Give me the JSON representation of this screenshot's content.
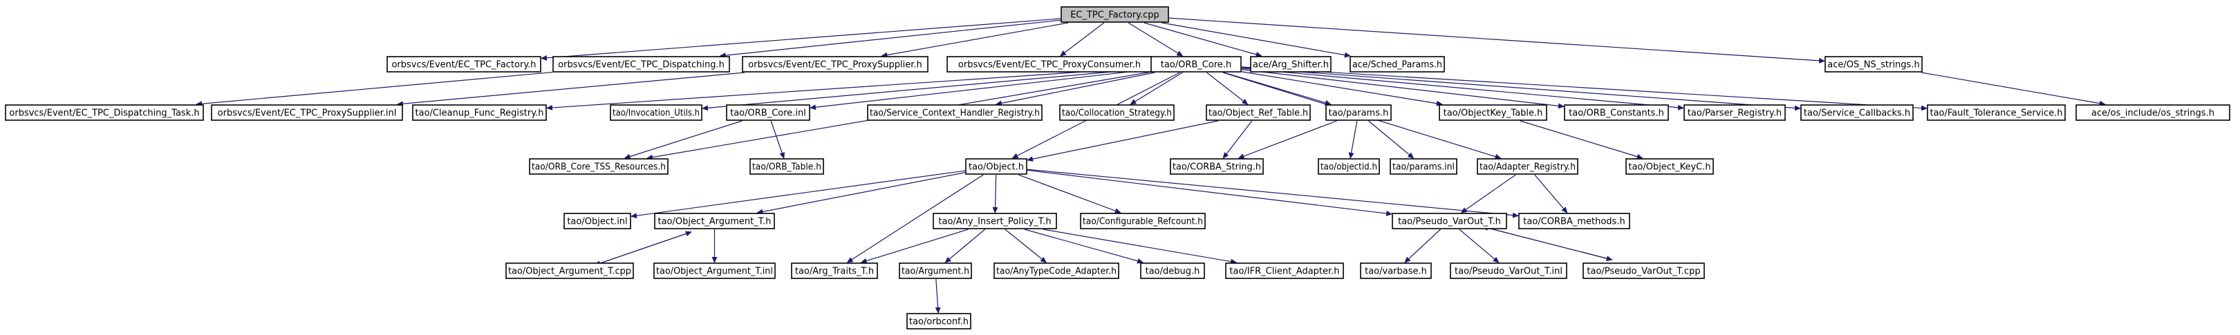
{
  "diagram": {
    "type": "include-dependency-graph",
    "colors": {
      "edge": "#1a1a6e",
      "root_fill": "#bfbfbf",
      "node_fill": "#ffffff",
      "node_stroke": "#000000"
    },
    "nodes": [
      {
        "id": "root",
        "label": "EC_TPC_Factory.cpp",
        "root": true
      },
      {
        "id": "tpcFactory",
        "label": "orbsvcs/Event/EC_TPC_Factory.h"
      },
      {
        "id": "tpcDisp",
        "label": "orbsvcs/Event/EC_TPC_Dispatching.h"
      },
      {
        "id": "tpcPS",
        "label": "orbsvcs/Event/EC_TPC_ProxySupplier.h"
      },
      {
        "id": "tpcPC",
        "label": "orbsvcs/Event/EC_TPC_ProxyConsumer.h"
      },
      {
        "id": "orbCore",
        "label": "tao/ORB_Core.h"
      },
      {
        "id": "argShifter",
        "label": "ace/Arg_Shifter.h"
      },
      {
        "id": "sched",
        "label": "ace/Sched_Params.h"
      },
      {
        "id": "osNS",
        "label": "ace/OS_NS_strings.h"
      },
      {
        "id": "dispTask",
        "label": "orbsvcs/Event/EC_TPC_Dispatching_Task.h"
      },
      {
        "id": "psInl",
        "label": "orbsvcs/Event/EC_TPC_ProxySupplier.inl"
      },
      {
        "id": "cleanup",
        "label": "tao/Cleanup_Func_Registry.h"
      },
      {
        "id": "invUtils",
        "label": "tao/Invocation_Utils.h"
      },
      {
        "id": "orbCoreInl",
        "label": "tao/ORB_Core.inl"
      },
      {
        "id": "svcCtx",
        "label": "tao/Service_Context_Handler_Registry.h"
      },
      {
        "id": "colloc",
        "label": "tao/Collocation_Strategy.h"
      },
      {
        "id": "objRefTable",
        "label": "tao/Object_Ref_Table.h"
      },
      {
        "id": "params",
        "label": "tao/params.h"
      },
      {
        "id": "objKeyTable",
        "label": "tao/ObjectKey_Table.h"
      },
      {
        "id": "orbConst",
        "label": "tao/ORB_Constants.h"
      },
      {
        "id": "parserReg",
        "label": "tao/Parser_Registry.h"
      },
      {
        "id": "svcCb",
        "label": "tao/Service_Callbacks.h"
      },
      {
        "id": "ftSvc",
        "label": "tao/Fault_Tolerance_Service.h"
      },
      {
        "id": "osInclStr",
        "label": "ace/os_include/os_strings.h"
      },
      {
        "id": "tss",
        "label": "tao/ORB_Core_TSS_Resources.h"
      },
      {
        "id": "orbTable",
        "label": "tao/ORB_Table.h"
      },
      {
        "id": "objectH",
        "label": "tao/Object.h"
      },
      {
        "id": "corbaStr",
        "label": "tao/CORBA_String.h"
      },
      {
        "id": "objectid",
        "label": "tao/objectid.h"
      },
      {
        "id": "paramsInl",
        "label": "tao/params.inl"
      },
      {
        "id": "adapterReg",
        "label": "tao/Adapter_Registry.h"
      },
      {
        "id": "objKeyC",
        "label": "tao/Object_KeyC.h"
      },
      {
        "id": "objInl",
        "label": "tao/Object.inl"
      },
      {
        "id": "objArgT",
        "label": "tao/Object_Argument_T.h"
      },
      {
        "id": "anyIns",
        "label": "tao/Any_Insert_Policy_T.h"
      },
      {
        "id": "confRef",
        "label": "tao/Configurable_Refcount.h"
      },
      {
        "id": "pseudoH",
        "label": "tao/Pseudo_VarOut_T.h"
      },
      {
        "id": "corbaMeth",
        "label": "tao/CORBA_methods.h"
      },
      {
        "id": "objArgCpp",
        "label": "tao/Object_Argument_T.cpp"
      },
      {
        "id": "objArgInl",
        "label": "tao/Object_Argument_T.inl"
      },
      {
        "id": "argTraits",
        "label": "tao/Arg_Traits_T.h"
      },
      {
        "id": "argument",
        "label": "tao/Argument.h"
      },
      {
        "id": "anyTC",
        "label": "tao/AnyTypeCode_Adapter.h"
      },
      {
        "id": "debug",
        "label": "tao/debug.h"
      },
      {
        "id": "ifr",
        "label": "tao/IFR_Client_Adapter.h"
      },
      {
        "id": "varbase",
        "label": "tao/varbase.h"
      },
      {
        "id": "pseudoInl",
        "label": "tao/Pseudo_VarOut_T.inl"
      },
      {
        "id": "pseudoCpp",
        "label": "tao/Pseudo_VarOut_T.cpp"
      },
      {
        "id": "orbconf",
        "label": "tao/orbconf.h"
      }
    ],
    "edges": [
      [
        "root",
        "tpcFactory"
      ],
      [
        "root",
        "tpcDisp"
      ],
      [
        "root",
        "tpcPS"
      ],
      [
        "root",
        "tpcPC"
      ],
      [
        "root",
        "orbCore"
      ],
      [
        "root",
        "argShifter"
      ],
      [
        "root",
        "sched"
      ],
      [
        "root",
        "osNS"
      ],
      [
        "tpcDisp",
        "dispTask"
      ],
      [
        "tpcPS",
        "psInl"
      ],
      [
        "orbCore",
        "cleanup"
      ],
      [
        "orbCore",
        "invUtils"
      ],
      [
        "orbCore",
        "orbCoreInl"
      ],
      [
        "orbCore",
        "svcCtx"
      ],
      [
        "orbCore",
        "colloc"
      ],
      [
        "orbCore",
        "objRefTable"
      ],
      [
        "orbCore",
        "params"
      ],
      [
        "orbCore",
        "objKeyTable"
      ],
      [
        "orbCore",
        "orbConst"
      ],
      [
        "orbCore",
        "parserReg"
      ],
      [
        "orbCore",
        "svcCb"
      ],
      [
        "orbCore",
        "ftSvc"
      ],
      [
        "orbCore",
        "tss"
      ],
      [
        "orbCore",
        "objectH"
      ],
      [
        "orbCore",
        "adapterReg"
      ],
      [
        "osNS",
        "osInclStr"
      ],
      [
        "orbCoreInl",
        "tss"
      ],
      [
        "orbCoreInl",
        "orbTable"
      ],
      [
        "objRefTable",
        "objectH"
      ],
      [
        "objRefTable",
        "corbaStr"
      ],
      [
        "params",
        "corbaStr"
      ],
      [
        "params",
        "objectid"
      ],
      [
        "params",
        "paramsInl"
      ],
      [
        "objKeyTable",
        "objKeyC"
      ],
      [
        "adapterReg",
        "pseudoH"
      ],
      [
        "adapterReg",
        "corbaMeth"
      ],
      [
        "objectH",
        "objInl"
      ],
      [
        "objectH",
        "objArgT"
      ],
      [
        "objectH",
        "anyIns"
      ],
      [
        "objectH",
        "confRef"
      ],
      [
        "objectH",
        "pseudoH"
      ],
      [
        "objectH",
        "corbaMeth"
      ],
      [
        "objectH",
        "argTraits"
      ],
      [
        "objArgT",
        "objArgCpp"
      ],
      [
        "objArgT",
        "objArgInl"
      ],
      [
        "objArgCpp",
        "objArgT"
      ],
      [
        "anyIns",
        "argTraits"
      ],
      [
        "anyIns",
        "argument"
      ],
      [
        "anyIns",
        "anyTC"
      ],
      [
        "anyIns",
        "debug"
      ],
      [
        "anyIns",
        "ifr"
      ],
      [
        "pseudoH",
        "varbase"
      ],
      [
        "pseudoH",
        "pseudoInl"
      ],
      [
        "pseudoH",
        "pseudoCpp"
      ],
      [
        "pseudoCpp",
        "pseudoH"
      ],
      [
        "argument",
        "orbconf"
      ]
    ]
  }
}
